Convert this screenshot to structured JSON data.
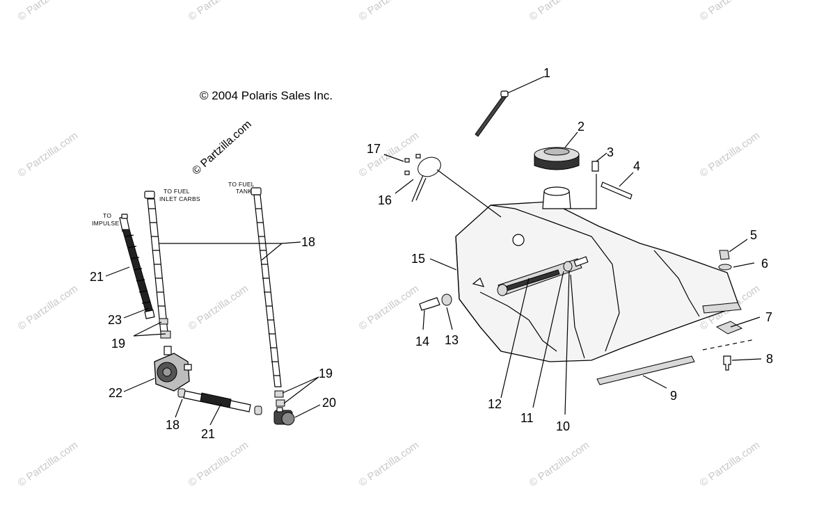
{
  "copyright": "© 2004 Polaris Sales Inc.",
  "watermark": "© Partzilla.com",
  "labels": {
    "to_impulse_line1": "TO",
    "to_impulse_line2": "IMPULSE",
    "to_fuel_inlet_line1": "TO FUEL",
    "to_fuel_inlet_line2": "INLET CARBS",
    "to_fuel_tank_line1": "TO FUEL",
    "to_fuel_tank_line2": "TANK"
  },
  "callouts": {
    "c1": "1",
    "c2": "2",
    "c3": "3",
    "c4": "4",
    "c5": "5",
    "c6": "6",
    "c7": "7",
    "c8": "8",
    "c9": "9",
    "c10": "10",
    "c11": "11",
    "c12": "12",
    "c13": "13",
    "c14": "14",
    "c15": "15",
    "c16": "16",
    "c17": "17",
    "c18a": "18",
    "c18b": "18",
    "c19a": "19",
    "c19b": "19",
    "c20": "20",
    "c21a": "21",
    "c21b": "21",
    "c22": "22",
    "c23": "23"
  }
}
